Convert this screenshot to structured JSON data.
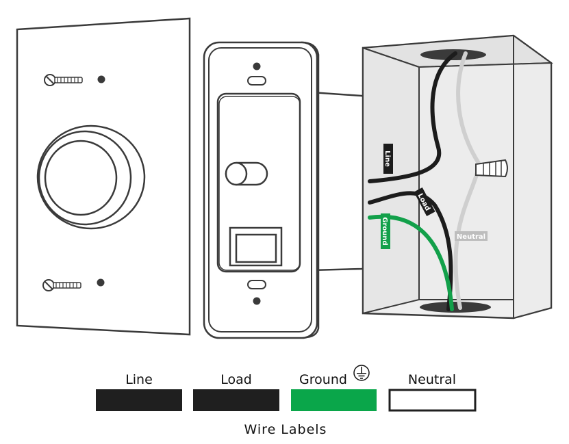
{
  "wire_tags": {
    "line": "Line",
    "load": "Load",
    "ground": "Ground",
    "neutral": "Neutral"
  },
  "legend": {
    "items": [
      {
        "label": "Line",
        "fill": "#1f1f1f"
      },
      {
        "label": "Load",
        "fill": "#1f1f1f"
      },
      {
        "label": "Ground",
        "fill": "#0aa64a"
      },
      {
        "label": "Neutral",
        "fill": "#ffffff"
      }
    ],
    "title": "Wire Labels"
  },
  "colors": {
    "line_wire": "#1c1c1c",
    "ground_wire": "#12a04a",
    "neutral_wire": "#cfcfcf",
    "outline": "#3a3a3a",
    "box_fill": "#e8e8e8"
  },
  "icons": {
    "ground_symbol": "ground-symbol-icon",
    "screw": "screw-icon",
    "dimmer_knob": "dimmer-knob-icon",
    "wire_nut": "wire-nut-icon"
  }
}
